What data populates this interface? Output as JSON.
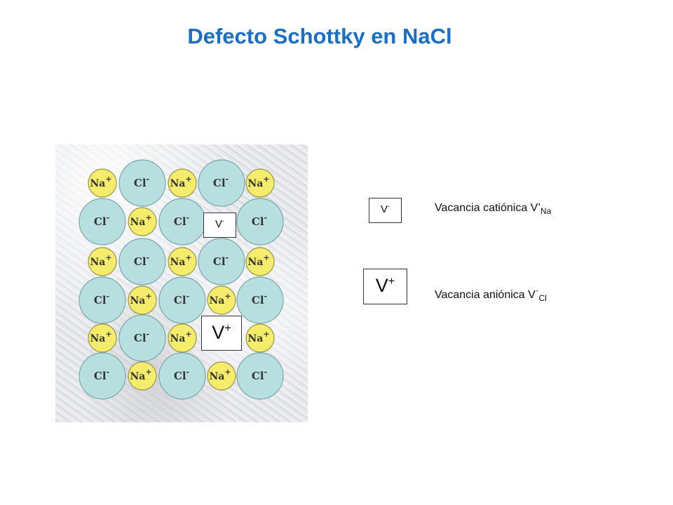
{
  "title": "Defecto Schottky en NaCl",
  "colors": {
    "title": "#1a6fc4",
    "chloride": "#b7dfe0",
    "sodium": "#f4ec6a"
  },
  "ions": {
    "na_base": "Na",
    "na_sup": "+",
    "cl_base": "Cl",
    "cl_sup": "-"
  },
  "lattice": {
    "rows": [
      [
        "Na",
        "Cl",
        "Na",
        "Cl",
        "Na"
      ],
      [
        "Cl",
        "Na",
        "Cl",
        "vacancy",
        "Cl"
      ],
      [
        "Na",
        "Cl",
        "Na",
        "Cl",
        "Na"
      ],
      [
        "Cl",
        "Na",
        "Cl",
        "Na",
        "Cl"
      ],
      [
        "Na",
        "Cl",
        "Na",
        "vacancy",
        "Na"
      ],
      [
        "Cl",
        "Na",
        "Cl",
        "Na",
        "Cl"
      ]
    ]
  },
  "vacancies": {
    "cation": {
      "base": "V",
      "sup": "-"
    },
    "anion": {
      "base": "V",
      "sup": "+"
    }
  },
  "legend": {
    "cation": {
      "label": "Vacancia catiónica V’",
      "sub": "Na"
    },
    "anion": {
      "label": "Vacancia aniónica V",
      "dot": "·",
      "sub": "Cl"
    }
  }
}
